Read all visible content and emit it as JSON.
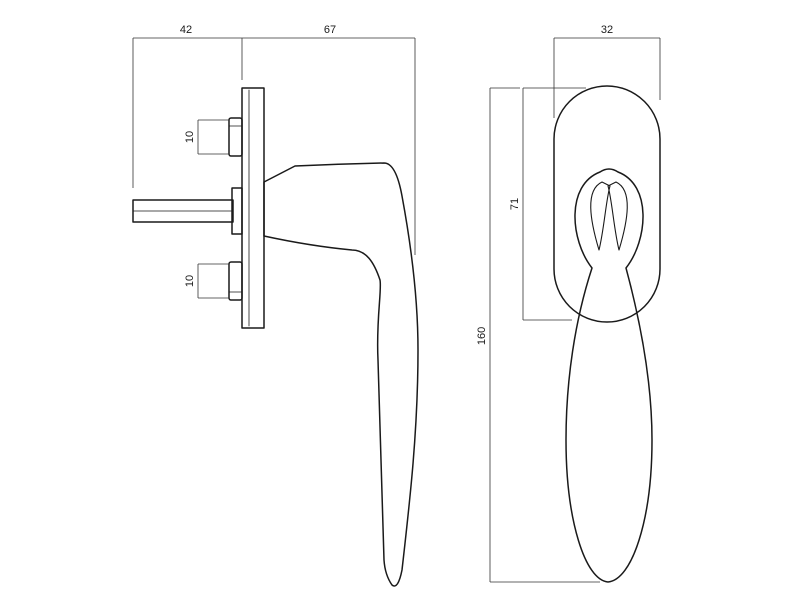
{
  "colors": {
    "line": "#1a1a1a",
    "background": "#ffffff"
  },
  "dimensions": {
    "spindle_length": "42",
    "handle_projection": "67",
    "rose_width": "32",
    "rose_height": "71",
    "total_length": "160",
    "screw_upper": "10",
    "screw_lower": "10"
  }
}
